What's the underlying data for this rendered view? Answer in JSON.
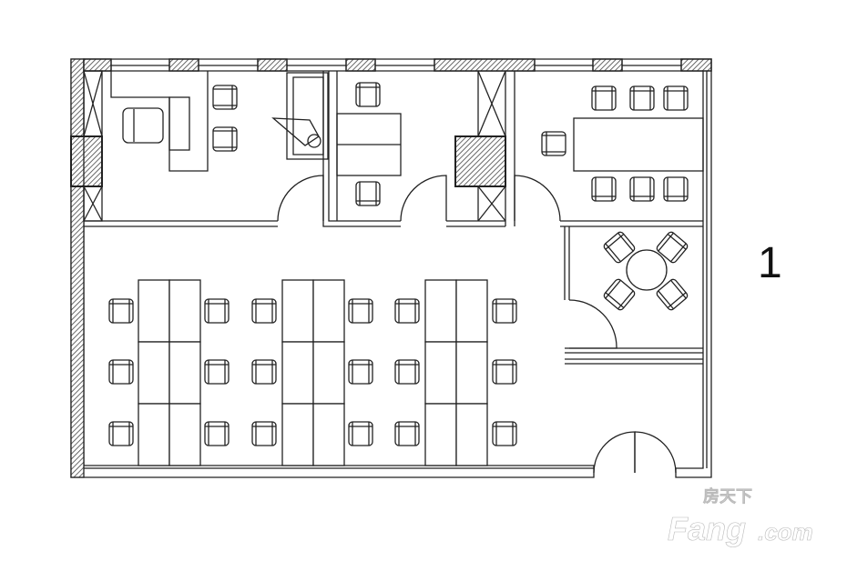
{
  "plan": {
    "room_number": "1",
    "watermark": {
      "chinese": "房天下",
      "brand": "Fang",
      "suffix": ".com"
    },
    "colors": {
      "line": "#222222",
      "hatch": "#555555",
      "watermark": "#ffffff"
    }
  }
}
